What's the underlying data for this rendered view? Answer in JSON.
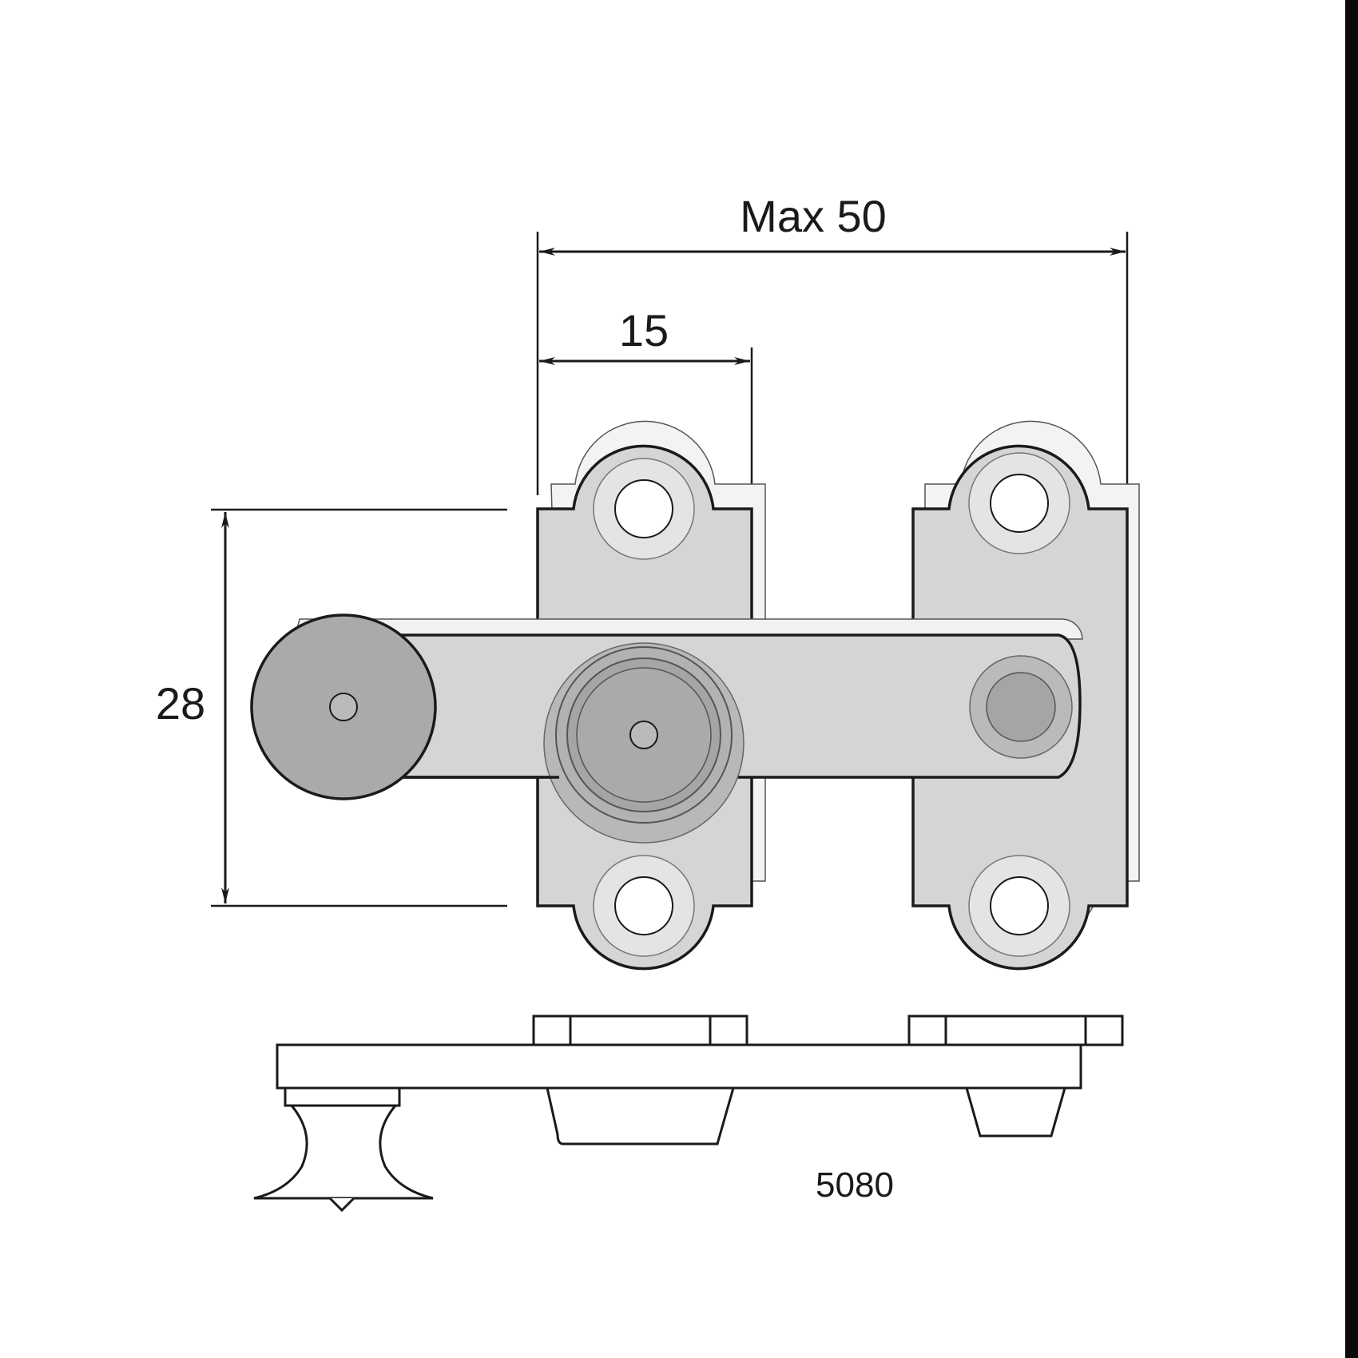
{
  "dimensions": {
    "overall_width": "Max 50",
    "plate_width": "15",
    "height": "28"
  },
  "part_number": "5080",
  "colors": {
    "plate": "#d4d5d7",
    "plate_edge": "#f0f0f0",
    "bar": "#d4d5d7",
    "knob": "#a9aaac",
    "pivot_outer": "#b7b8ba",
    "pivot_inner": "#a4a5a7",
    "rivet": "#a9aaac",
    "hole_ring": "#e4e4e4",
    "line": "#1a1a1a"
  }
}
